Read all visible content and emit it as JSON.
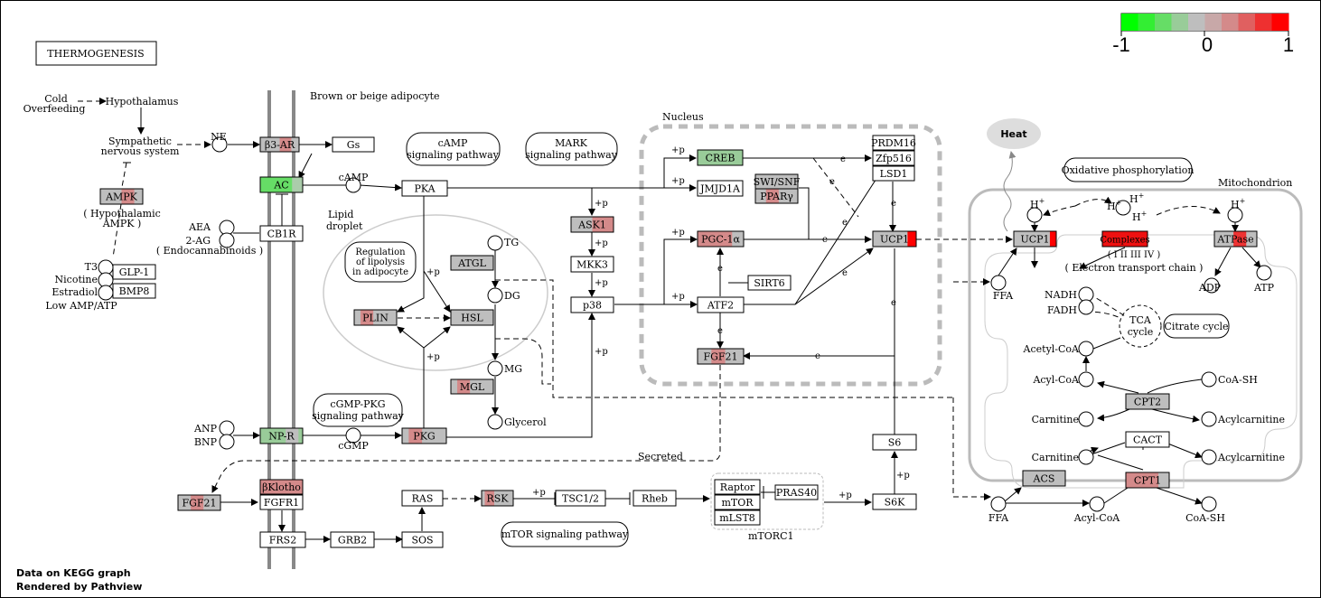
{
  "title": "THERMOGENESIS",
  "footer": {
    "line1": "Data on KEGG graph",
    "line2": "Rendered by Pathview"
  },
  "legend": {
    "min_label": "-1",
    "mid_label": "0",
    "max_label": "1",
    "colors": [
      "#00ff00",
      "#33ee33",
      "#66dd66",
      "#99cc99",
      "#bebebe",
      "#c8a8a8",
      "#d48a8a",
      "#e06060",
      "#ee3030",
      "#ff0000"
    ]
  },
  "regions": {
    "cell": "Brown or beige adipocyte",
    "nucleus": "Nucleus",
    "lipid": "Lipid droplet",
    "mito": "Mitochondrion",
    "secreted": "Secreted",
    "mtorc1": "mTORC1"
  },
  "compartment_label": "( Hypothalamic AMPK )",
  "pathways": {
    "camp": "cAMP signaling pathway",
    "mapk": "MARK signaling pathway",
    "cgmp": "cGMP-PKG signaling pathway",
    "lipolysis": "Regulation of lipolysis in adipocyte",
    "oxphos": "Oxidative phosphorylation",
    "etc": "( Electron transport chain )",
    "tca": "TCA cycle",
    "citrate": "Citrate cycle",
    "mtor": "mTOR signaling pathway",
    "complex_labels": "( I II III IV )"
  },
  "text": {
    "cold": "Cold",
    "overfeeding": "Overfeeding",
    "hypothalamus": "Hypothalamus",
    "sns1": "Sympathetic",
    "sns2": "nervous system",
    "ne": "NE",
    "camp": "cAMP",
    "cgmp": "cGMP",
    "aea": "AEA",
    "ag": "2-AG",
    "endo": "( Endocannabinoids )",
    "t3": "T3",
    "nicotine": "Nicotine",
    "estradiol": "Estradiol",
    "lowamp": "Low AMP/ATP",
    "anp": "ANP",
    "bnp": "BNP",
    "tg": "TG",
    "dg": "DG",
    "mg": "MG",
    "glycerol": "Glycerol",
    "heat": "Heat",
    "ffa": "FFA",
    "nadh": "NADH",
    "fadh": "FADH",
    "acetylcoa": "Acetyl-CoA",
    "acylcoa": "Acyl-CoA",
    "coash": "CoA-SH",
    "carnitine": "Carnitine",
    "acylcarnitine": "Acylcarnitine",
    "adp": "ADP",
    "atp": "ATP",
    "h": "H",
    "p": "+p",
    "e": "e"
  },
  "genes": {
    "b3ar": "β3-AR",
    "gs": "Gs",
    "ac": "AC",
    "pka": "PKA",
    "cb1r": "CB1R",
    "ampk": "AMPK",
    "glp1": "GLP-1",
    "bmp8": "BMP8",
    "creb": "CREB",
    "jmjd1a": "JMJD1A",
    "swisnf": "SWI/SNF",
    "ppary": "PPARγ",
    "prdm16": "PRDM16",
    "zfp516": "Zfp516",
    "lsd1": "LSD1",
    "ask1": "ASK1",
    "mkk3": "MKK3",
    "p38": "p38",
    "pgc1a": "PGC-1α",
    "sirt6": "SIRT6",
    "atf2": "ATF2",
    "fgf21": "FGF21",
    "ucp1": "UCP1",
    "atgl": "ATGL",
    "plin": "PLIN",
    "hsl": "HSL",
    "mgl": "MGL",
    "npr": "NP-R",
    "pkg": "PKG",
    "bklotho": "βKlotho",
    "fgfr1": "FGFR1",
    "frs2": "FRS2",
    "grb2": "GRB2",
    "sos": "SOS",
    "ras": "RAS",
    "rsk": "RSK",
    "tsc": "TSC1/2",
    "rheb": "Rheb",
    "raptor": "Raptor",
    "mtor": "mTOR",
    "mlst8": "mLST8",
    "pras40": "PRAS40",
    "s6k": "S6K",
    "s6": "S6",
    "complexes": "Complexes",
    "atpase": "ATPase",
    "cpt2": "CPT2",
    "cact": "CACT",
    "cpt1": "CPT1",
    "acs": "ACS"
  }
}
